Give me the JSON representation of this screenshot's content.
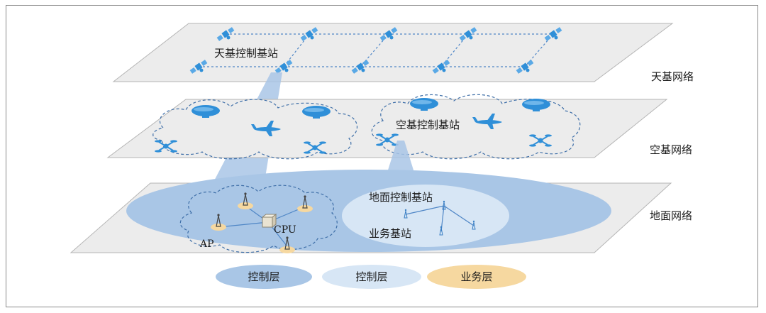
{
  "layers": {
    "space": {
      "name": "天基网络",
      "control_station": "天基控制基站"
    },
    "air": {
      "name": "空基网络",
      "control_station": "空基控制基站"
    },
    "ground": {
      "name": "地面网络",
      "control_station": "地面控制基站",
      "service_station": "业务基站",
      "cpu_label": "CPU",
      "ap_label": "AP"
    }
  },
  "legend": [
    {
      "label": "控制层",
      "color": "#a9c6e6"
    },
    {
      "label": "控制层",
      "color": "#d7e6f5"
    },
    {
      "label": "业务层",
      "color": "#f6d8a0"
    }
  ],
  "colors": {
    "plane": "#ececec",
    "plane_stroke": "#b5b5b5",
    "control_dark": "#a9c6e6",
    "control_light": "#d7e6f5",
    "service": "#f6d8a0",
    "icon_blue": "#2f8fd8",
    "line_blue": "#4f86c6"
  },
  "icons": [
    "satellite-icon",
    "airplane-icon",
    "airship-icon",
    "drone-icon",
    "antenna-tower-icon",
    "cpu-box-icon"
  ]
}
